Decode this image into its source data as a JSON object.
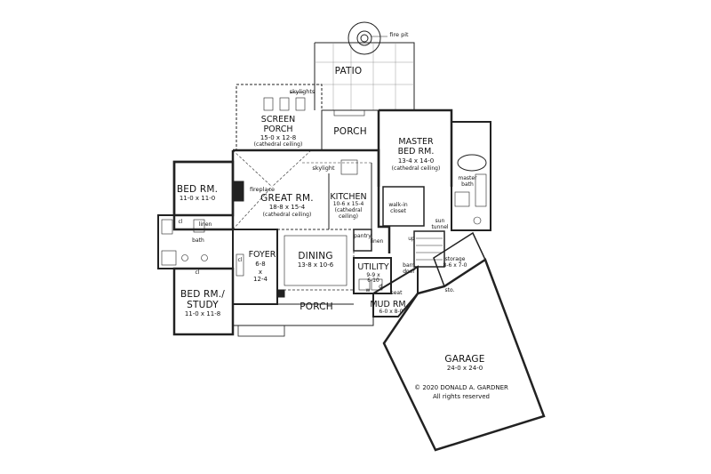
{
  "rooms": {
    "patio": {
      "name": "PATIO"
    },
    "screen_porch": {
      "name1": "SCREEN",
      "name2": "PORCH",
      "dims": "15-0 x 12-8",
      "note": "(cathedral ceiling)"
    },
    "rear_porch": {
      "name": "PORCH"
    },
    "master_bed": {
      "name1": "MASTER",
      "name2": "BED RM.",
      "dims": "13-4 x 14-0",
      "note": "(cathedral ceiling)"
    },
    "bed_rm": {
      "name": "BED RM.",
      "dims": "11-0 x 11-0"
    },
    "great_rm": {
      "name": "GREAT RM.",
      "dims": "18-8 x 15-4",
      "note": "(cathedral ceiling)"
    },
    "kitchen": {
      "name": "KITCHEN",
      "dims": "10-6 x 15-4",
      "note1": "(cathedral",
      "note2": "ceiling)"
    },
    "foyer": {
      "name": "FOYER",
      "dim1": "6-8",
      "dim2": "x",
      "dim3": "12-4"
    },
    "dining": {
      "name": "DINING",
      "dims": "13-8 x 10-6"
    },
    "utility": {
      "name": "UTILITY",
      "dim1": "9-9 x",
      "dim2": "6-10"
    },
    "mud_rm": {
      "name": "MUD RM.",
      "dims": "6-0 x 8-0"
    },
    "bed_study": {
      "name1": "BED RM./",
      "name2": "STUDY",
      "dims": "11-0 x 11-8"
    },
    "front_porch": {
      "name": "PORCH"
    },
    "garage": {
      "name": "GARAGE",
      "dims": "24-0 x 24-0"
    },
    "storage": {
      "name": "storage",
      "dims": "8-6 x 7-0"
    }
  },
  "notes": {
    "fire_pit": "fire pit",
    "skylights": "skylights",
    "skylight": "skylight",
    "fireplace": "fireplace",
    "pantry": "pantry",
    "linen_kitchen": "linen",
    "linen_bath": "linen",
    "bath": "bath",
    "cl_top": "cl",
    "cl_bottom": "cl",
    "cl_foyer": "cl",
    "walk_in1": "walk-in",
    "walk_in2": "closet",
    "master_bath1": "master",
    "master_bath2": "bath",
    "sun1": "sun",
    "sun2": "tunnel",
    "barn1": "barn",
    "barn2": "door",
    "up": "up",
    "sto": "sto.",
    "seat": "seat",
    "w": "w",
    "d": "d"
  },
  "copyright": {
    "line1": "© 2020 DONALD A. GARDNER",
    "line2": "All rights reserved"
  }
}
